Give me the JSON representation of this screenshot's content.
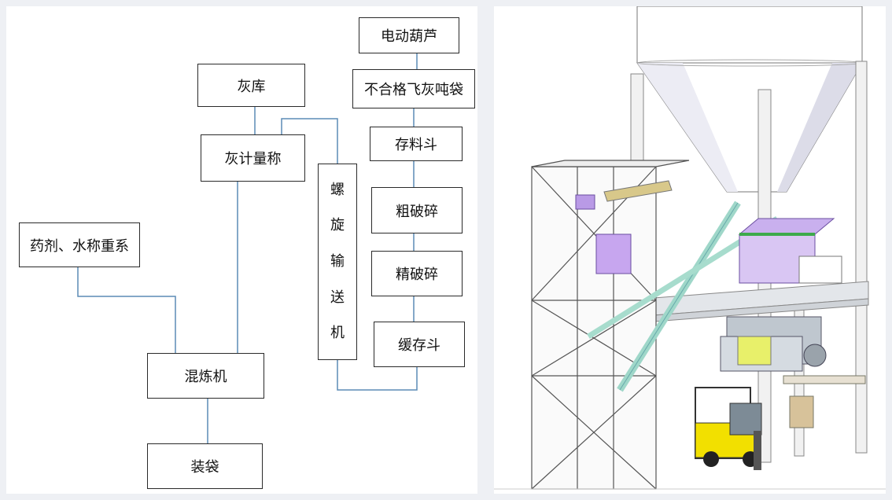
{
  "flowchart": {
    "nodes": {
      "hoist": "电动葫芦",
      "ton_bag": "不合格飞灰吨袋",
      "storage_hopper": "存料斗",
      "coarse_crush": "粗破碎",
      "fine_crush": "精破碎",
      "buffer_hopper": "缓存斗",
      "ash_silo": "灰库",
      "ash_scale": "灰计量称",
      "chem_scale": "药剂、水称重系",
      "mixer": "混炼机",
      "bagging": "装袋",
      "screw_conveyor": [
        "螺",
        "旋",
        "输",
        "送",
        "机"
      ]
    },
    "line_color": "#5b8bb5"
  },
  "render": {
    "silo_color": "#ffffff",
    "frame_color": "#e8e8e8",
    "forklift_color": "#f2e000",
    "accent_purple": "#b58ee6",
    "accent_green": "#3caa4a"
  }
}
